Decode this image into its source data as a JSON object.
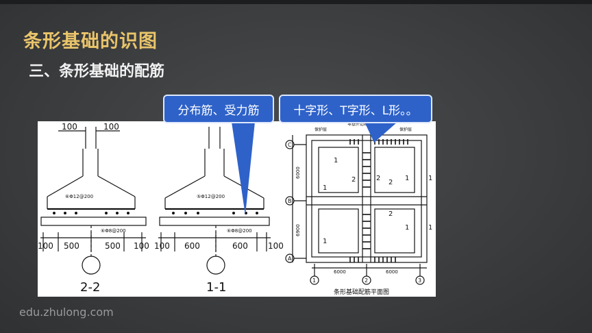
{
  "slide": {
    "title": "条形基础的识图",
    "subtitle": "三、条形基础的配筋",
    "watermark": "edu.zhulong.com"
  },
  "callouts": {
    "left": "分布筋、受力筋",
    "right": "十字形、T字形、L形。。"
  },
  "drawing": {
    "section_22": {
      "label": "2-2",
      "top_dim_left": "100",
      "top_dim_right": "100",
      "rebar_note": "⑥Φ12@200",
      "dist_note": "⑥Φ8@200",
      "dim_edge_left": "100",
      "dim_left": "500",
      "dim_right": "500",
      "dim_edge_right": "100"
    },
    "section_11": {
      "label": "1-1",
      "rebar_note": "⑤Φ12@200",
      "dist_note": "⑥Φ8@200",
      "dim_edge_left": "100",
      "dim_left": "600",
      "dim_right": "600",
      "dim_edge_right": "100"
    },
    "plan": {
      "caption": "条形基础配筋平面图",
      "axis_rows": [
        "C",
        "B",
        "A"
      ],
      "axis_cols": [
        "1",
        "2",
        "3"
      ],
      "dim_left_upper": "6000",
      "dim_left_lower": "6900",
      "dim_bottom_left": "6000",
      "dim_bottom_right": "6000",
      "top_note_1": "保护层",
      "top_note_2": "零基外边线",
      "top_note_3": "保护层",
      "marks": {
        "one": "1",
        "two": "2"
      }
    }
  },
  "colors": {
    "title": "#e9c46a",
    "callout": "#2e62c9",
    "background": "#3a3c3e"
  }
}
